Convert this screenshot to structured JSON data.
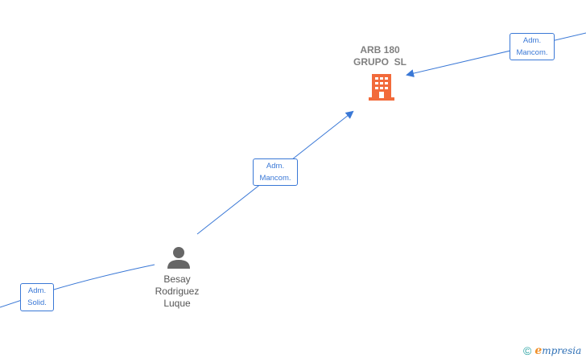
{
  "company": {
    "name_line1": "ARB 180",
    "name_line2": "GRUPO  SL",
    "icon": "building-icon",
    "color": "#f26a3a"
  },
  "person": {
    "name_line1": "Besay",
    "name_line2": "Rodriguez",
    "name_line3": "Luque",
    "icon": "person-icon",
    "color": "#666666"
  },
  "edges": [
    {
      "id": "person-to-company",
      "label_line1": "Adm.",
      "label_line2": "Mancom."
    },
    {
      "id": "external-to-company",
      "label_line1": "Adm.",
      "label_line2": "Mancom."
    },
    {
      "id": "external-to-person",
      "label_line1": "Adm.",
      "label_line2": "Solid."
    }
  ],
  "footer": {
    "copyright_symbol": "©",
    "brand_initial": "e",
    "brand_rest": "mpresia"
  },
  "colors": {
    "edge": "#3a78d6"
  }
}
